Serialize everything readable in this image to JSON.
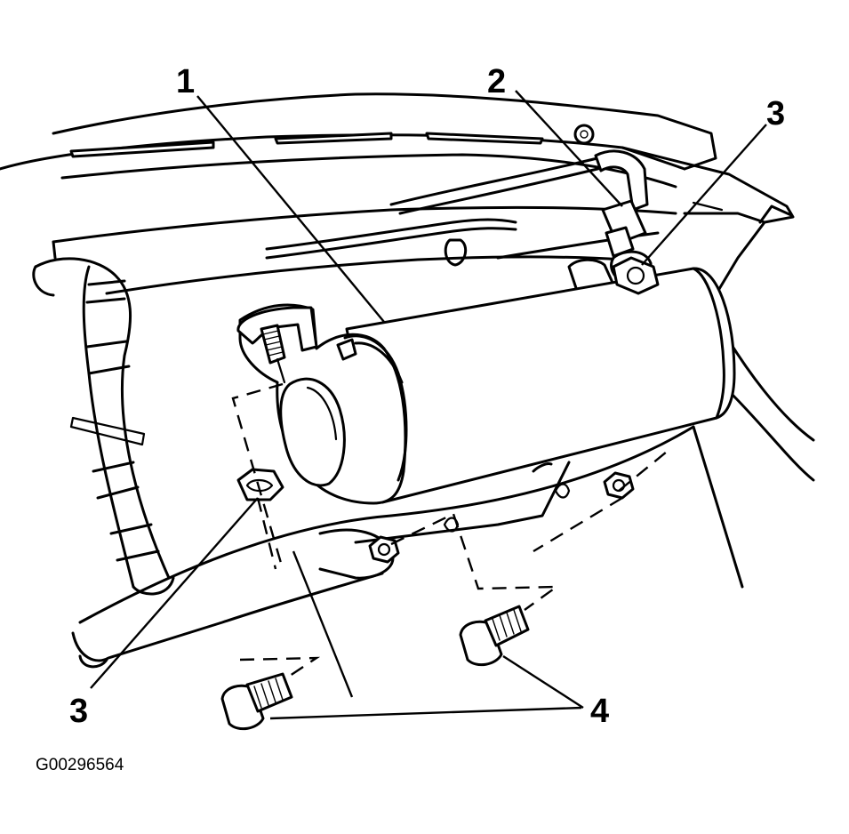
{
  "callouts": {
    "label_1": "1",
    "label_2": "2",
    "label_3_upper": "3",
    "label_3_lower": "3",
    "label_4": "4"
  },
  "figure_id": "G00296564"
}
